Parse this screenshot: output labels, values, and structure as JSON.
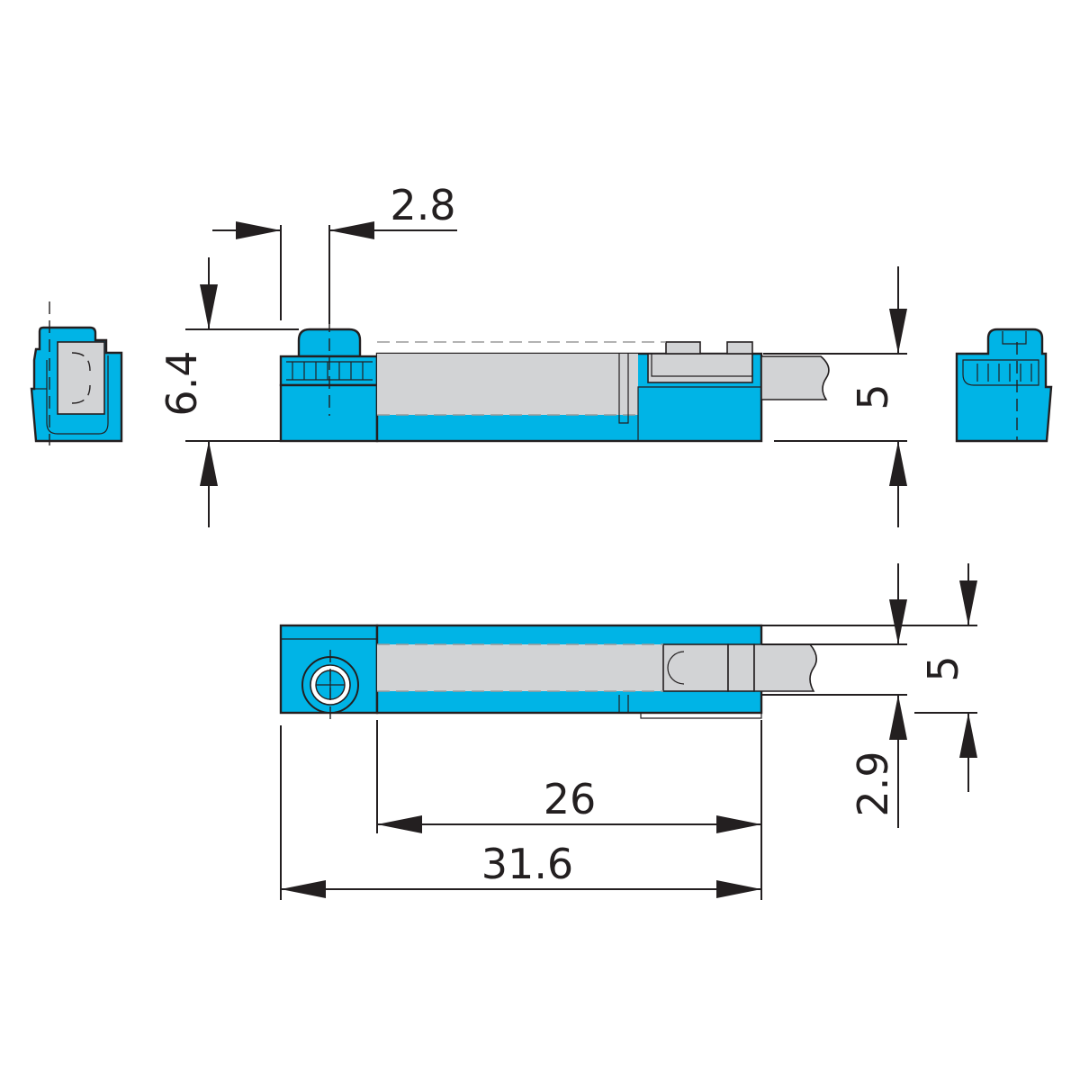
{
  "drawing": {
    "colors": {
      "body": "#00b4e6",
      "insert": "#d2d3d5",
      "line": "#231f20",
      "background": "#ffffff"
    },
    "dimensions": {
      "offset_top": "2.8",
      "height_total": "6.4",
      "height_body_side": "5",
      "height_body_top": "5",
      "offset_bottom": "2.9",
      "length_inner": "26",
      "length_total": "31.6"
    }
  }
}
